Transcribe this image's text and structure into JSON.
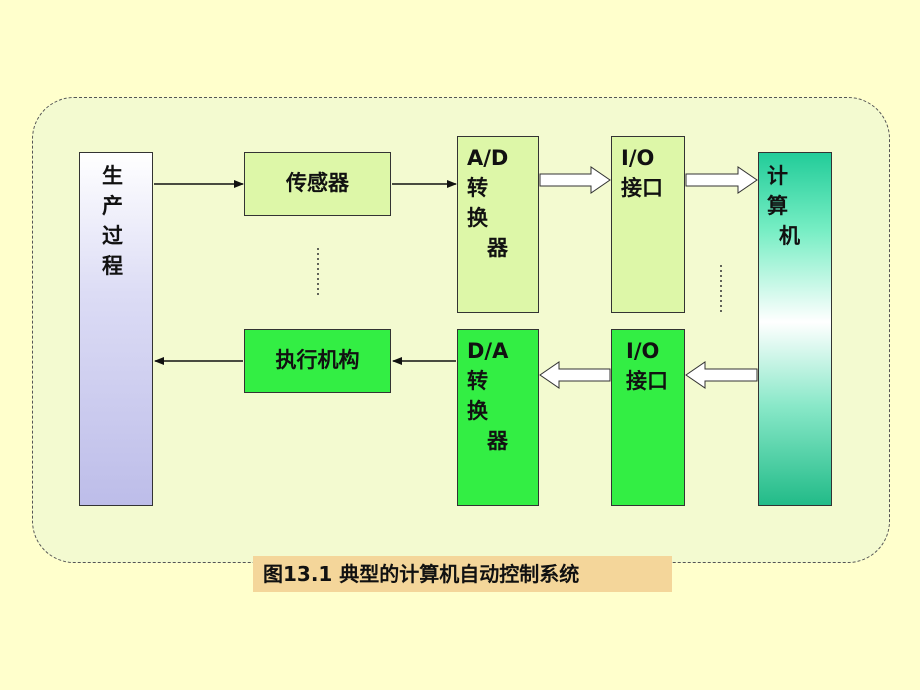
{
  "process": [
    "生",
    "产",
    "过",
    "程"
  ],
  "sensor": "传感器",
  "ad": {
    "title": "A/D",
    "chars": [
      "转",
      "换",
      "器"
    ]
  },
  "io_top": {
    "title": "I/O",
    "sub": "接口"
  },
  "computer": [
    "计",
    "算",
    "机"
  ],
  "actuator": "执行机构",
  "da": {
    "title": "D/A",
    "chars": [
      "转",
      "换",
      "器"
    ]
  },
  "io_bottom": {
    "title": "I/O",
    "sub": "接口"
  },
  "caption": "图13.1 典型的计算机自动控制系统"
}
